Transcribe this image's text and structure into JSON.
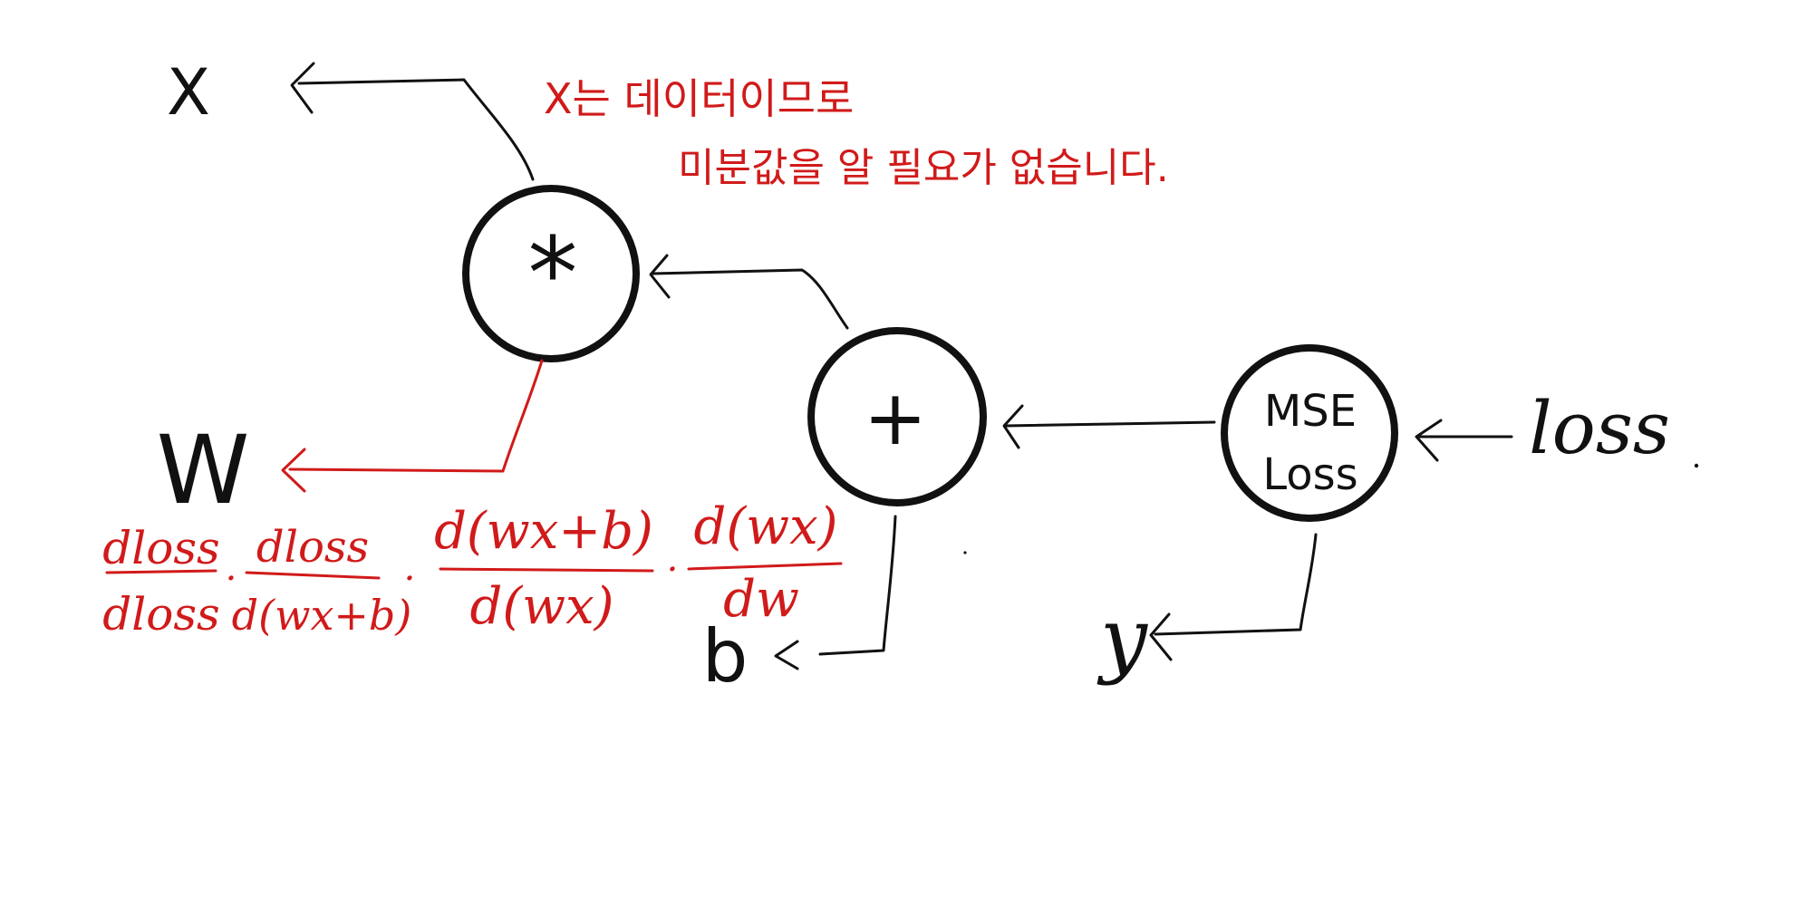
{
  "colors": {
    "ink": "#111111",
    "annotation": "#d11a1a",
    "background": "#ffffff"
  },
  "nodes": {
    "multiply": {
      "label": "*"
    },
    "add": {
      "label": "+"
    },
    "mse": {
      "label_line1": "MSE",
      "label_line2": "Loss"
    }
  },
  "variables": {
    "x": "X",
    "w": "W",
    "b": "b",
    "y": "y",
    "loss": "loss"
  },
  "annotation": {
    "note_line1": "X는 데이터이므로",
    "note_line2": "미분값을 알 필요가 없습니다.",
    "chain_rule": {
      "term1_num": "dloss",
      "term1_den": "dloss",
      "term2_num": "dloss",
      "term2_den": "d(wx+b)",
      "term3_num": "d(wx+b)",
      "term3_den": "d(wx)",
      "term4_num": "d(wx)",
      "term4_den": "dw",
      "dot": "·"
    }
  }
}
